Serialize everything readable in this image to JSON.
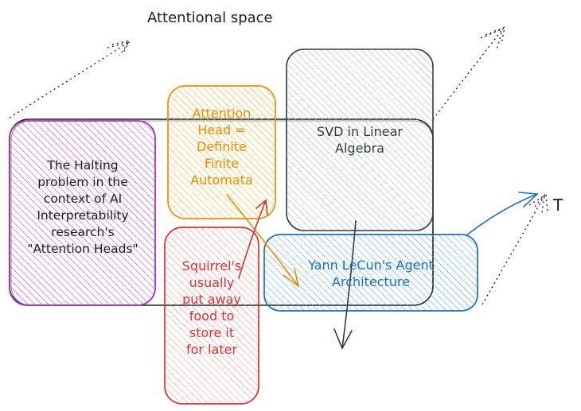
{
  "diagram": {
    "title": "Attentional space",
    "axis_label": "T",
    "colors": {
      "ink": "#1e1e1e",
      "purple": "#9c36b5",
      "orange": "#f08c00",
      "red": "#e03131",
      "gray": "#343a40",
      "blue": "#1971c2"
    },
    "boxes": {
      "halting": "The Halting\nproblem in the\ncontext of AI\nInterpretability\nresearch's\n\"Attention Heads\"",
      "attention_head": "Attention\nHead =\nDefinite\nFinite\nAutomata",
      "squirrels": "Squirrel's\nusually\nput away\nfood to\nstore it\nfor later",
      "svd": "SVD in Linear\nAlgebra",
      "lecun": "Yann LeCun's Agent\nArchitecture"
    }
  }
}
